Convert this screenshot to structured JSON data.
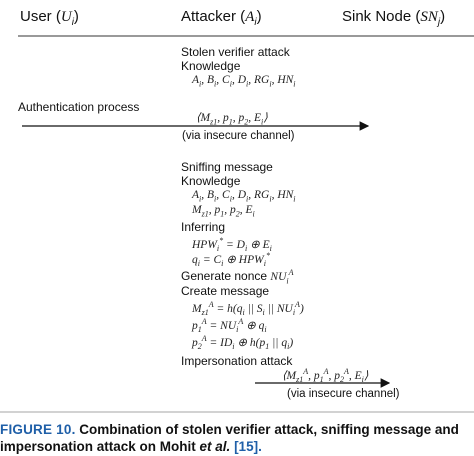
{
  "headers": {
    "user": "User (",
    "user_sym": "U",
    "user_sub": "i",
    "attacker": "Attacker (",
    "attacker_sym": "A",
    "attacker_sub": "i",
    "sink": "Sink Node (",
    "sink_sym": "SN",
    "sink_sub": "j",
    "close": ")"
  },
  "phase1": {
    "title": "Stolen verifier attack",
    "knowledge": "Knowledge",
    "knowledge_vals": "A_i, B_i, C_i, D_i, RG_i, HN_i"
  },
  "auth": {
    "label": "Authentication process",
    "message": "⟨M_{z1}, p_1, p_2, E_i⟩",
    "channel": "(via insecure channel)"
  },
  "phase2": {
    "title": "Sniffing message",
    "knowledge": "Knowledge",
    "knowledge_vals": "A_i, B_i, C_i, D_i, RG_i, HN_i",
    "knowledge_vals2": "M_{z1}, p_1, p_2, E_i",
    "inferring": "Inferring",
    "infer1": "HPW_i* = D_i ⊕ E_i",
    "infer2": "q_i = C_i ⊕ HPW_i*",
    "nonce_label": "Generate nonce",
    "nonce_sym": "NU_i^A",
    "create": "Create message",
    "msg1": "M_{z1}^A = h(q_i || S_i || NU_i^A)",
    "msg2": "p_1^A = NU_i^A ⊕ q_i",
    "msg3": "p_2^A = ID_i ⊕ h(p_1 || q_i)",
    "impersonation": "Impersonation attack",
    "message": "⟨M_{z1}^A, p_1^A, p_2^A, E_i⟩",
    "channel": "(via insecure channel)"
  },
  "caption": {
    "fig": "FIGURE 10.",
    "text": "Combination of stolen verifier attack, sniffing message and impersonation attack on Mohit",
    "etal": "et al.",
    "ref": "[15]."
  }
}
